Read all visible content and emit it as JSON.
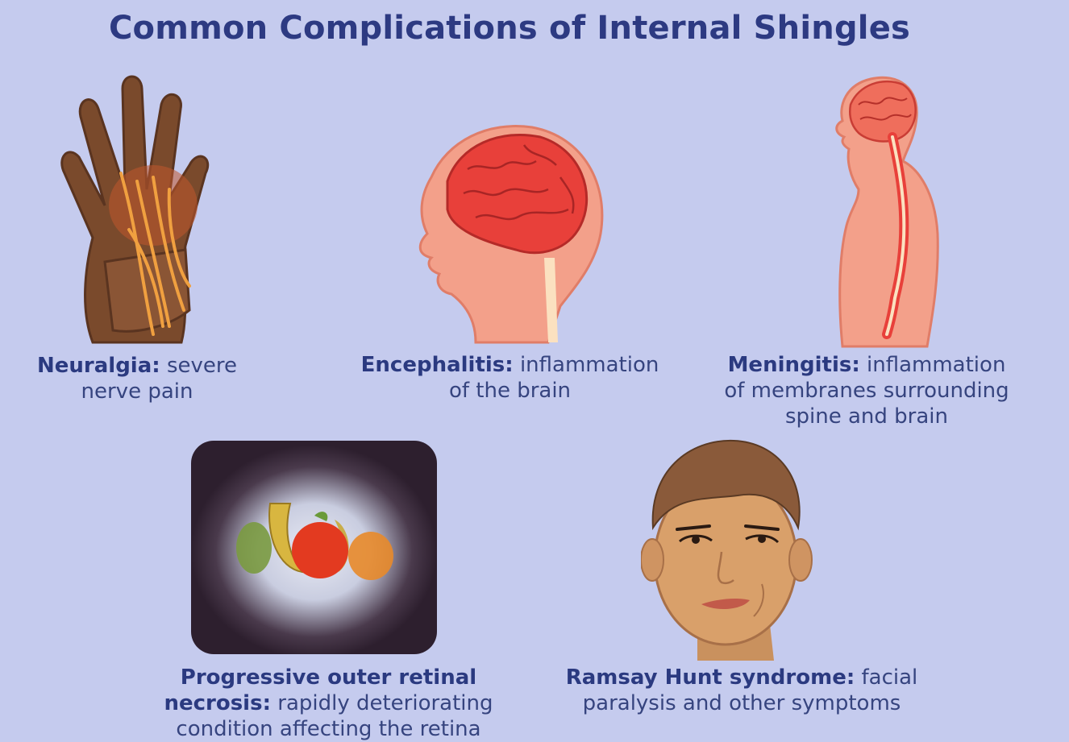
{
  "title": "Common Complications of Internal Shingles",
  "items": [
    {
      "term": "Neuralgia:",
      "desc_line1": "severe",
      "desc_line2": "nerve pain",
      "icon": "hand-nerves-icon"
    },
    {
      "term": "Encephalitis:",
      "desc_line1": "inflammation",
      "desc_line2": "of the brain",
      "icon": "head-brain-icon"
    },
    {
      "term": "Meningitis:",
      "desc_line1": "inflammation",
      "desc_line2": "of membranes surrounding",
      "desc_line3": "spine and brain",
      "icon": "spine-brain-icon"
    },
    {
      "term_line1": "Progressive outer retinal",
      "term_line2": "necrosis:",
      "desc_line1": "rapidly deteriorating",
      "desc_line2": "condition affecting the retina",
      "icon": "blurred-vision-fruit-icon"
    },
    {
      "term": "Ramsay Hunt syndrome:",
      "desc_line1": "facial",
      "desc_line2": "paralysis and other symptoms",
      "icon": "face-paralysis-icon"
    }
  ],
  "colors": {
    "background": "#c5cbee",
    "title": "#2d3a82",
    "text": "#36447f"
  }
}
